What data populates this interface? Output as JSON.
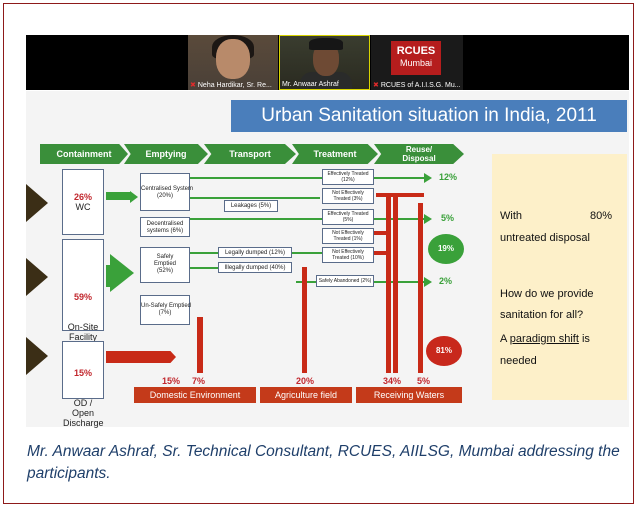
{
  "participants": [
    {
      "name": "Neha Hardikar, Sr. Re..."
    },
    {
      "name": "Mr. Anwaar Ashraf"
    },
    {
      "name": "RCUES of A.I.I.S.G. Mu..."
    }
  ],
  "logo": {
    "line1": "RCUES",
    "line2": "Mumbai"
  },
  "slide": {
    "title": "Urban Sanitation situation in India, 2011",
    "stages": [
      "Containment",
      "Emptying",
      "Transport",
      "Treatment",
      "Reuse/\nDisposal"
    ],
    "containment": [
      {
        "pct": "26%",
        "label": "WC"
      },
      {
        "pct": "59%",
        "label": "On-Site\nFacility"
      },
      {
        "pct": "15%",
        "label": "OD /\nOpen\nDischarge"
      }
    ],
    "emptying": [
      {
        "label": "Centralised System\n(20%)"
      },
      {
        "label": "Decentralised\nsystems (6%)"
      },
      {
        "label": "Safely\nEmptied\n(52%)"
      },
      {
        "label": "Un-Safely Emptied\n(7%)"
      }
    ],
    "transport": [
      {
        "label": "Leakages (5%)"
      },
      {
        "label": "Legally dumped (12%)"
      },
      {
        "label": "Illegally dumped (40%)"
      }
    ],
    "treatment": [
      {
        "label": "Effectively Treated\n(12%)"
      },
      {
        "label": "Not Effectively\nTreated (3%)"
      },
      {
        "label": "Effectively Treated\n(5%)"
      },
      {
        "label": "Not Effectively\nTreated (1%)"
      },
      {
        "label": "Not Effectively\nTreated (10%)"
      },
      {
        "label": "Safely Abandoned (2%)"
      }
    ],
    "reuse_pcts": [
      "12%",
      "5%",
      "2%"
    ],
    "circles": [
      {
        "value": "19%",
        "color": "#3aa13a"
      },
      {
        "value": "81%",
        "color": "#c8281c"
      }
    ],
    "bottom_pcts": [
      "15%",
      "7%",
      "20%",
      "34%",
      "5%"
    ],
    "destinations": [
      "Domestic Environment",
      "Agriculture field",
      "Receiving Waters"
    ],
    "panel": {
      "line1a": "With",
      "line1b": "80%",
      "line2": "untreated disposal",
      "line3": "How do we provide",
      "line4": "sanitation for all?",
      "line5a": "A",
      "line5b": "paradigm shift",
      "line5c": "is",
      "line6": "needed"
    }
  },
  "caption": "Mr. Anwaar Ashraf, Sr. Technical Consultant, RCUES, AIILSG, Mumbai addressing the participants.",
  "colors": {
    "accent": "#4a7ebb",
    "green": "#3aa13a",
    "red": "#c8281c",
    "border": "#8e1a1a",
    "caption": "#1f3f6a"
  }
}
